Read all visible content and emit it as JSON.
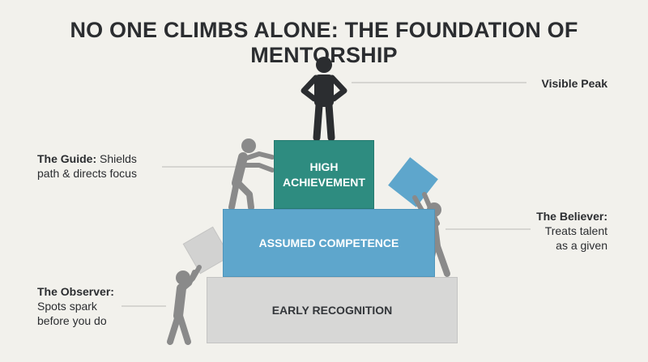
{
  "title": "NO ONE CLIMBS ALONE: THE FOUNDATION OF MENTORSHIP",
  "blocks": {
    "early": "EARLY RECOGNITION",
    "assumed": "ASSUMED COMPETENCE",
    "high_line1": "HIGH",
    "high_line2": "ACHIEVEMENT"
  },
  "labels": {
    "peak": "Visible Peak",
    "guide": {
      "name": "The Guide:",
      "line1": "Shields",
      "line2": "path & directs focus"
    },
    "believer": {
      "name": "The Believer:",
      "line1": "Treats talent",
      "line2": "as a given"
    },
    "observer": {
      "name": "The Observer:",
      "line1": "Spots spark",
      "line2": "before you do"
    }
  },
  "colors": {
    "background": "#f2f1ec",
    "early": "#d7d7d6",
    "assumed": "#5ea6cc",
    "high": "#2e8c80",
    "figure_dark": "#2b2d30",
    "figure_gray": "#8a8a8a"
  }
}
